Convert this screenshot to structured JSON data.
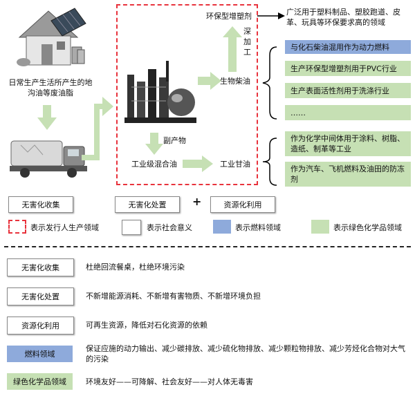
{
  "source": {
    "label": "日常生产生活所产生的地沟油等废油脂"
  },
  "flow": {
    "byproduct": "副产物",
    "industrial_glycerin_mix": "工业级混合油",
    "biodiesel": "生物柴油",
    "deep_processing": "深加工",
    "eco_plasticizer": "环保型增塑剂",
    "industrial_glycerol": "工业甘油"
  },
  "products": {
    "plasticizer_use": "广泛用于塑料制品、塑胶跑道、皮革、玩具等环保要求高的领域",
    "biodiesel_uses": [
      "与化石柴油混用作为动力燃料",
      "生产环保型增塑剂用于PVC行业",
      "生产表面活性剂用于洗涤行业",
      "……"
    ],
    "glycerol_uses": [
      "作为化学中间体用于涂料、树脂、造纸、制革等工业",
      "作为汽车、飞机燃料及油田的防冻剂"
    ]
  },
  "stages": {
    "harmless_collection": "无害化收集",
    "harmless_treatment": "无害化处置",
    "plus": "+",
    "resource_utilization": "资源化利用"
  },
  "legend": {
    "red_dashed": "表示发行人生产领域",
    "white": "表示社会意义",
    "blue": "表示燃料领域",
    "green": "表示绿色化学品领域"
  },
  "explanations": [
    {
      "tag": "无害化收集",
      "desc": "杜绝回流餐桌，杜绝环境污染",
      "style": "white"
    },
    {
      "tag": "无害化处置",
      "desc": "不新增能源消耗、不新增有害物质、不新增环境负担",
      "style": "white"
    },
    {
      "tag": "资源化利用",
      "desc": "可再生资源，降低对石化资源的依赖",
      "style": "white"
    },
    {
      "tag": "燃料领域",
      "desc": "保证应施的动力输出、减少碳排放、减少硫化物排放、减少颗粒物排放、减少芳烃化合物对大气的污染",
      "style": "blue"
    },
    {
      "tag": "绿色化学品领域",
      "desc": "环境友好——可降解、社会友好——对人体无毒害",
      "style": "green"
    }
  ],
  "colors": {
    "green": "#c6e0b4",
    "blue": "#8eaadb",
    "red": "#e8323c"
  }
}
